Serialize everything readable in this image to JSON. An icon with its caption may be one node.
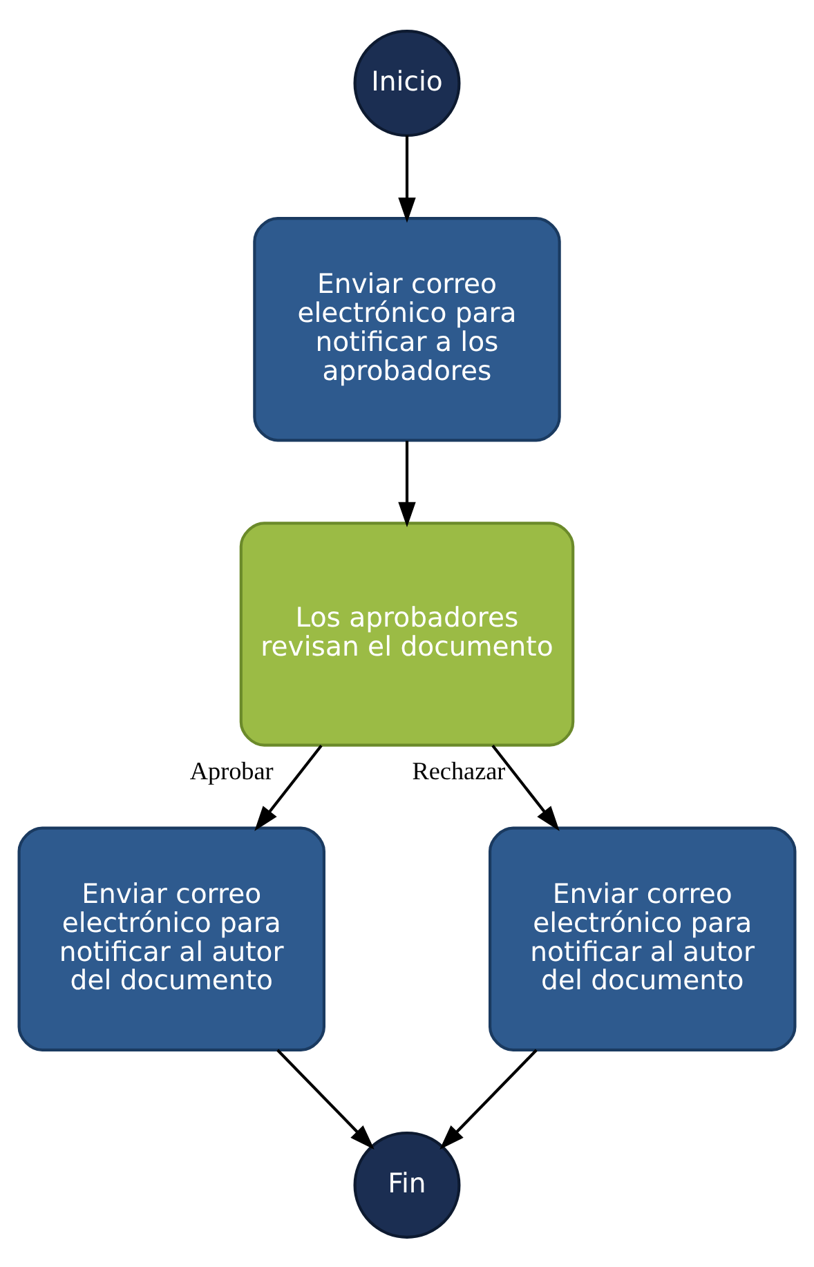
{
  "diagram": {
    "nodes": [
      {
        "text": [
          "Inicio"
        ]
      },
      {
        "text": [
          "Enviar correo electrónico para notificar a los aprobadores"
        ]
      },
      {
        "text": [
          "Los aprobadores revisan el documento"
        ]
      },
      {
        "text": [
          "Enviar correo electrónico para notificar al autor del documento"
        ]
      },
      {
        "text": [
          "Enviar correo electrónico para notificar al autor del documento"
        ]
      },
      {
        "text": [
          "Fin"
        ]
      }
    ],
    "edges": [
      {
        "from": 0,
        "to": 1,
        "arrow": "to"
      },
      {
        "from": 1,
        "to": 2,
        "arrow": "to"
      },
      {
        "from": 2,
        "to": 3,
        "arrow": "to",
        "label": "Aprobar"
      },
      {
        "from": 2,
        "to": 4,
        "arrow": "to",
        "label": "Rechazar"
      },
      {
        "from": 3,
        "to": 5,
        "arrow": "to"
      },
      {
        "from": 4,
        "to": 5,
        "arrow": "to"
      }
    ]
  }
}
